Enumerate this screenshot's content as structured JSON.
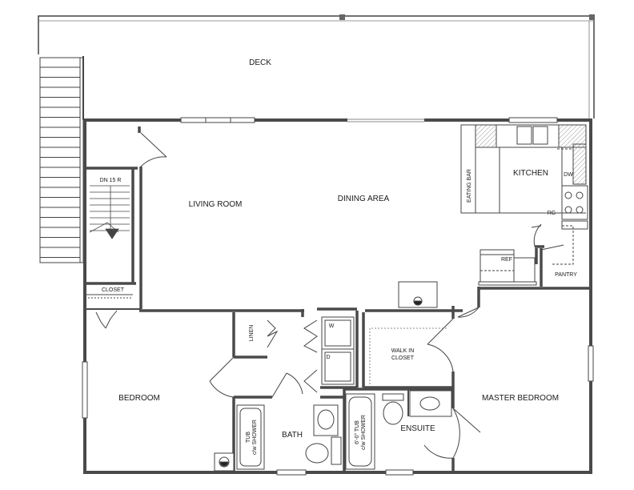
{
  "rooms": {
    "deck": "DECK",
    "living_room": "LIVING ROOM",
    "dining_area": "DINING AREA",
    "kitchen": "KITCHEN",
    "eating_bar": "EATING BAR",
    "bedroom": "BEDROOM",
    "master_bedroom": "MASTER BEDROOM",
    "bath": "BATH",
    "ensuite": "ENSUITE",
    "walk_in_line1": "WALK IN",
    "walk_in_line2": "CLOSET",
    "closet": "CLOSET",
    "linen": "LINEN",
    "pantry": "PANTRY"
  },
  "fixtures": {
    "stairs": "DN 15 R",
    "dishwasher": "DW",
    "range": "RG",
    "refrigerator": "REF",
    "washer": "W",
    "dryer": "D",
    "tub_line1": "TUB",
    "tub_line2": "c/w SHOWER",
    "ensuite_tub_line1": "6'-0\" TUB",
    "ensuite_tub_line2": "c/w SHOWER"
  },
  "colors": {
    "wall": "#4a4a4a",
    "line": "#333333",
    "counter_hatch": "#999999"
  }
}
